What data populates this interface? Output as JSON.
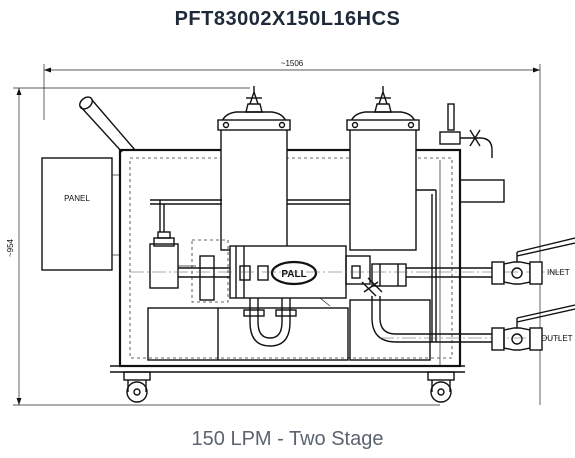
{
  "title": "PFT83002X150L16HCS",
  "caption": "150 LPM - Two Stage",
  "drawing": {
    "width_dimension": "~1506",
    "height_dimension": "~954",
    "panel_label": "PANEL",
    "inlet_label": "INLET",
    "outlet_label": "OUTLET",
    "logo_text": "PALL"
  }
}
